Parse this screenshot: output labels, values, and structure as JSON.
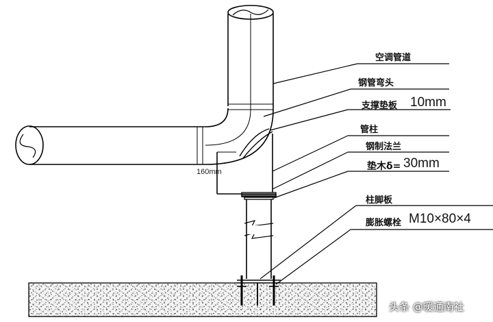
{
  "diagram": {
    "labels": {
      "duct": "空调管道",
      "elbow": "钢管弯头",
      "support_pad": "支撑垫板",
      "support_pad_size": "10mm",
      "column": "管柱",
      "flange": "钢制法兰",
      "wood_pad": "垫木δ=",
      "wood_pad_size": "30mm",
      "base_plate": "柱脚板",
      "anchor_bolt": "膨胀螺栓",
      "anchor_bolt_spec": "M10×80×4",
      "dimension": "160mm"
    },
    "watermark": "头条 @暖通南社"
  }
}
